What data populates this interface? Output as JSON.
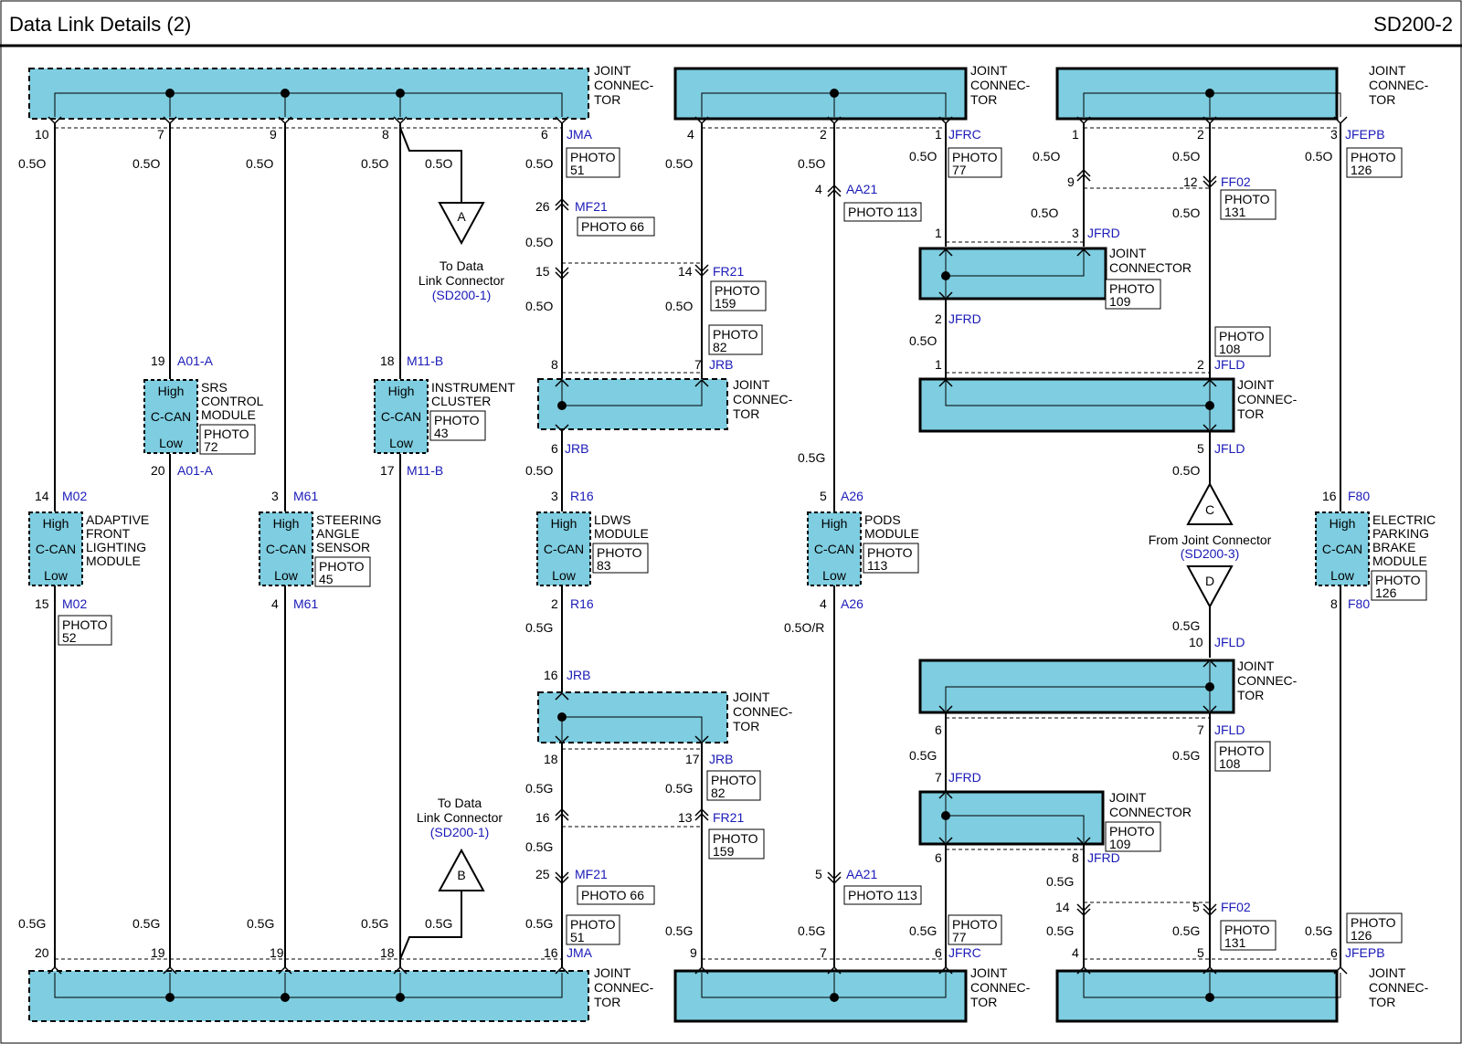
{
  "header": {
    "title": "Data Link Details (2)",
    "code": "SD200-2"
  },
  "colors": {
    "fill": "#7ecde0",
    "wire": "#000000",
    "ref": "#1a1ab8"
  },
  "labels": {
    "jc_dashed": [
      "JOINT",
      "CONNEC-",
      "TOR"
    ],
    "jc_full": [
      "JOINT",
      "CONNECTOR"
    ],
    "high": "High",
    "ccan": "C-CAN",
    "low": "Low",
    "to_dlc": [
      "To Data",
      "Link Connector"
    ],
    "sd200_1": "(SD200-1)",
    "from_jc": "From Joint Connector",
    "sd200_3": "(SD200-3)",
    "flags": [
      "A",
      "B",
      "C",
      "D"
    ]
  },
  "modules": [
    {
      "name": [
        "ADAPTIVE",
        "FRONT",
        "LIGHTING",
        "MODULE"
      ]
    },
    {
      "name": [
        "SRS",
        "CONTROL",
        "MODULE"
      ],
      "photo": [
        "PHOTO",
        "72"
      ]
    },
    {
      "name": [
        "STEERING",
        "ANGLE",
        "SENSOR"
      ],
      "photo": [
        "PHOTO",
        "45"
      ]
    },
    {
      "name": [
        "INSTRUMENT",
        "CLUSTER"
      ],
      "photo": [
        "PHOTO",
        "43"
      ]
    },
    {
      "name": [
        "LDWS",
        "MODULE"
      ],
      "photo": [
        "PHOTO",
        "83"
      ]
    },
    {
      "name": [
        "PODS",
        "MODULE"
      ],
      "photo": [
        "PHOTO",
        "113"
      ]
    },
    {
      "name": [
        "ELECTRIC",
        "PARKING",
        "BRAKE",
        "MODULE"
      ],
      "photo": [
        "PHOTO",
        "126"
      ]
    }
  ],
  "texts": [
    [
      "10",
      38,
      152
    ],
    [
      "7",
      172,
      152
    ],
    [
      "9",
      295,
      152
    ],
    [
      "8",
      418,
      152
    ],
    [
      "6",
      592,
      152
    ],
    [
      "JMA",
      620,
      152,
      "b"
    ],
    [
      "0.5O",
      20,
      184
    ],
    [
      "0.5O",
      145,
      184
    ],
    [
      "0.5O",
      269,
      184
    ],
    [
      "0.5O",
      395,
      184
    ],
    [
      "0.5O",
      465,
      184
    ],
    [
      "0.5O",
      575,
      184
    ],
    [
      "26",
      586,
      231
    ],
    [
      "MF21",
      629,
      231,
      "b"
    ],
    [
      "0.5O",
      575,
      270
    ],
    [
      "15",
      586,
      302
    ],
    [
      "0.5O",
      575,
      340
    ],
    [
      "19",
      165,
      400
    ],
    [
      "A01-A",
      194,
      400,
      "b"
    ],
    [
      "18",
      416,
      400
    ],
    [
      "M11-B",
      445,
      400,
      "b"
    ],
    [
      "20",
      165,
      520
    ],
    [
      "A01-A",
      194,
      520,
      "b"
    ],
    [
      "17",
      416,
      520
    ],
    [
      "M11-B",
      445,
      520,
      "b"
    ],
    [
      "14",
      38,
      548
    ],
    [
      "M02",
      68,
      548,
      "b"
    ],
    [
      "3",
      297,
      548
    ],
    [
      "M61",
      321,
      548,
      "b"
    ],
    [
      "15",
      38,
      666
    ],
    [
      "M02",
      68,
      666,
      "b"
    ],
    [
      "4",
      297,
      666
    ],
    [
      "M61",
      321,
      666,
      "b"
    ],
    [
      "8",
      603,
      404
    ],
    [
      "6",
      603,
      496
    ],
    [
      "JRB",
      618,
      496,
      "b"
    ],
    [
      "0.5O",
      575,
      520
    ],
    [
      "3",
      603,
      548
    ],
    [
      "R16",
      624,
      548,
      "b"
    ],
    [
      "2",
      603,
      666
    ],
    [
      "R16",
      624,
      666,
      "b"
    ],
    [
      "0.5G",
      575,
      692
    ],
    [
      "16",
      595,
      744
    ],
    [
      "JRB",
      620,
      744,
      "b"
    ],
    [
      "18",
      595,
      836
    ],
    [
      "0.5G",
      575,
      868
    ],
    [
      "16",
      586,
      900
    ],
    [
      "0.5G",
      575,
      932
    ],
    [
      "25",
      586,
      962
    ],
    [
      "MF21",
      629,
      962,
      "b"
    ],
    [
      "0.5G",
      575,
      1016
    ],
    [
      "16",
      595,
      1048
    ],
    [
      "JMA",
      620,
      1048,
      "b"
    ],
    [
      "20",
      38,
      1048
    ],
    [
      "19",
      165,
      1048
    ],
    [
      "19",
      295,
      1048
    ],
    [
      "18",
      416,
      1048
    ],
    [
      "0.5G",
      20,
      1016
    ],
    [
      "0.5G",
      145,
      1016
    ],
    [
      "0.5G",
      270,
      1016
    ],
    [
      "0.5G",
      395,
      1016
    ],
    [
      "0.5G",
      465,
      1016
    ],
    [
      "4",
      752,
      152
    ],
    [
      "2",
      897,
      152
    ],
    [
      "1",
      1023,
      152
    ],
    [
      "JFRC",
      1038,
      152,
      "b"
    ],
    [
      "0.5O",
      728,
      184
    ],
    [
      "0.5O",
      873,
      184
    ],
    [
      "0.5O",
      995,
      176
    ],
    [
      "4",
      892,
      212
    ],
    [
      "AA21",
      926,
      212,
      "b"
    ],
    [
      "14",
      742,
      302
    ],
    [
      "FR21",
      780,
      302,
      "b"
    ],
    [
      "0.5O",
      728,
      340
    ],
    [
      "7",
      760,
      404
    ],
    [
      "JRB",
      776,
      404,
      "b"
    ],
    [
      "0.5G",
      873,
      506
    ],
    [
      "5",
      897,
      548
    ],
    [
      "A26",
      920,
      548,
      "b"
    ],
    [
      "4",
      897,
      666
    ],
    [
      "A26",
      920,
      666,
      "b"
    ],
    [
      "0.5O/R",
      858,
      692
    ],
    [
      "17",
      750,
      836
    ],
    [
      "JRB",
      776,
      836,
      "b"
    ],
    [
      "0.5G",
      728,
      868
    ],
    [
      "13",
      742,
      900
    ],
    [
      "FR21",
      780,
      900,
      "b"
    ],
    [
      "5",
      892,
      962
    ],
    [
      "AA21",
      926,
      962,
      "b"
    ],
    [
      "0.5G",
      728,
      1024
    ],
    [
      "0.5G",
      873,
      1024
    ],
    [
      "0.5G",
      995,
      1024
    ],
    [
      "9",
      755,
      1048
    ],
    [
      "7",
      897,
      1048
    ],
    [
      "6",
      1023,
      1048
    ],
    [
      "JFRC",
      1038,
      1048,
      "b"
    ],
    [
      "1",
      1173,
      152
    ],
    [
      "2",
      1310,
      152
    ],
    [
      "3",
      1456,
      152
    ],
    [
      "JFEPB",
      1472,
      152,
      "b"
    ],
    [
      "0.5O",
      1130,
      176
    ],
    [
      "0.5O",
      1283,
      176
    ],
    [
      "0.5O",
      1428,
      176
    ],
    [
      "9",
      1168,
      204
    ],
    [
      "12",
      1295,
      204
    ],
    [
      "FF02",
      1336,
      204,
      "b"
    ],
    [
      "0.5O",
      1128,
      238
    ],
    [
      "0.5O",
      1283,
      238
    ],
    [
      "1",
      1023,
      260
    ],
    [
      "3",
      1173,
      260
    ],
    [
      "JFRD",
      1190,
      260,
      "b"
    ],
    [
      "2",
      1023,
      354
    ],
    [
      "JFRD",
      1038,
      354,
      "b"
    ],
    [
      "0.5O",
      995,
      378
    ],
    [
      "1",
      1023,
      404
    ],
    [
      "2",
      1310,
      404
    ],
    [
      "JFLD",
      1329,
      404,
      "b"
    ],
    [
      "5",
      1310,
      496
    ],
    [
      "JFLD",
      1329,
      496,
      "b"
    ],
    [
      "0.5O",
      1283,
      520
    ],
    [
      "16",
      1447,
      548
    ],
    [
      "F80",
      1475,
      548,
      "b"
    ],
    [
      "8",
      1456,
      666
    ],
    [
      "F80",
      1475,
      666,
      "b"
    ],
    [
      "0.5G",
      1283,
      690
    ],
    [
      "10",
      1301,
      708
    ],
    [
      "JFLD",
      1329,
      708,
      "b"
    ],
    [
      "6",
      1023,
      804
    ],
    [
      "7",
      1310,
      804
    ],
    [
      "JFLD",
      1329,
      804,
      "b"
    ],
    [
      "0.5G",
      995,
      832
    ],
    [
      "0.5G",
      1283,
      832
    ],
    [
      "7",
      1023,
      856
    ],
    [
      "JFRD",
      1038,
      856,
      "b"
    ],
    [
      "6",
      1023,
      944
    ],
    [
      "8",
      1173,
      944
    ],
    [
      "JFRD",
      1190,
      944,
      "b"
    ],
    [
      "0.5G",
      1145,
      970
    ],
    [
      "14",
      1155,
      998
    ],
    [
      "5",
      1305,
      998
    ],
    [
      "FF02",
      1336,
      998,
      "b"
    ],
    [
      "0.5G",
      1145,
      1024
    ],
    [
      "0.5G",
      1283,
      1024
    ],
    [
      "0.5G",
      1428,
      1024
    ],
    [
      "4",
      1173,
      1048
    ],
    [
      "5",
      1310,
      1048
    ],
    [
      "6",
      1456,
      1048
    ],
    [
      "JFEPB",
      1472,
      1048,
      "b"
    ]
  ],
  "photos": [
    [
      624,
      162,
      [
        "PHOTO",
        "51"
      ]
    ],
    [
      636,
      238,
      [
        "PHOTO 66"
      ]
    ],
    [
      1042,
      162,
      [
        "PHOTO",
        "77"
      ]
    ],
    [
      928,
      222,
      [
        "PHOTO 113"
      ]
    ],
    [
      782,
      308,
      [
        "PHOTO",
        "159"
      ]
    ],
    [
      780,
      356,
      [
        "PHOTO",
        "82"
      ]
    ],
    [
      68,
      674,
      [
        "PHOTO",
        "52"
      ]
    ],
    [
      1478,
      162,
      [
        "PHOTO",
        "126"
      ]
    ],
    [
      1340,
      208,
      [
        "PHOTO",
        "131"
      ]
    ],
    [
      1214,
      306,
      [
        "PHOTO",
        "109"
      ]
    ],
    [
      1334,
      358,
      [
        "PHOTO",
        "108"
      ]
    ],
    [
      778,
      844,
      [
        "PHOTO",
        "82"
      ]
    ],
    [
      780,
      908,
      [
        "PHOTO",
        "159"
      ]
    ],
    [
      636,
      970,
      [
        "PHOTO 66"
      ]
    ],
    [
      624,
      1002,
      [
        "PHOTO",
        "51"
      ]
    ],
    [
      928,
      970,
      [
        "PHOTO 113"
      ]
    ],
    [
      1042,
      1002,
      [
        "PHOTO",
        "77"
      ]
    ],
    [
      1334,
      812,
      [
        "PHOTO",
        "108"
      ]
    ],
    [
      1214,
      900,
      [
        "PHOTO",
        "109"
      ]
    ],
    [
      1340,
      1008,
      [
        "PHOTO",
        "131"
      ]
    ],
    [
      1478,
      1000,
      [
        "PHOTO",
        "126"
      ]
    ]
  ]
}
